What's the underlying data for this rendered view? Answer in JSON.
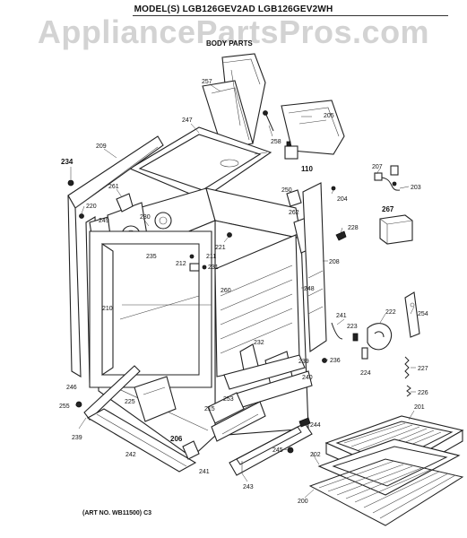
{
  "header": {
    "model": "MODEL(S) LGB126GEV2AD LGB126GEV2WH",
    "section": "BODY PARTS",
    "watermark": "AppliancePartsPros.com"
  },
  "footer": {
    "art_no": "(ART NO. WB11500) C3"
  },
  "callouts": [
    "257",
    "247",
    "258",
    "205",
    "209",
    "234",
    "110",
    "207",
    "203",
    "261",
    "250",
    "204",
    "220",
    "230",
    "262",
    "221",
    "267",
    "249",
    "228",
    "235",
    "211",
    "212",
    "231",
    "208",
    "260",
    "248",
    "210",
    "254",
    "222",
    "223",
    "241",
    "224",
    "236",
    "227",
    "246",
    "232",
    "239",
    "240",
    "226",
    "255",
    "225",
    "253",
    "215",
    "201",
    "239",
    "206",
    "244",
    "245",
    "202",
    "242",
    "241",
    "243",
    "200"
  ],
  "colors": {
    "line": "#222222",
    "watermark": "#afafaf",
    "background": "#ffffff"
  }
}
